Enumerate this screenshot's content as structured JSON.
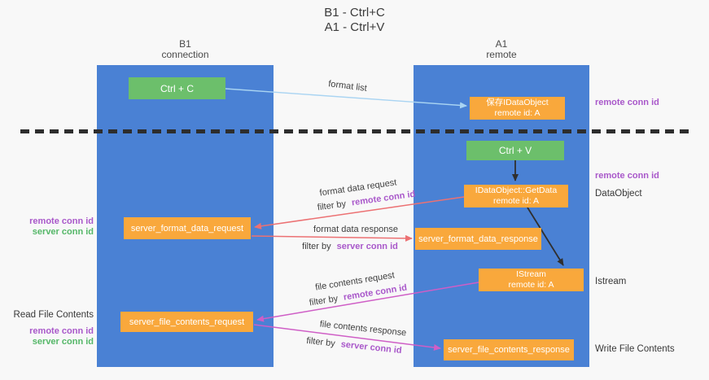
{
  "title": {
    "line1": "B1 - Ctrl+C",
    "line2": "A1 - Ctrl+V"
  },
  "columns": {
    "left": {
      "name": "B1",
      "subtitle": "connection"
    },
    "right": {
      "name": "A1",
      "subtitle": "remote"
    }
  },
  "boxes": {
    "ctrl_c": {
      "label": "Ctrl + C"
    },
    "ctrl_v": {
      "label": "Ctrl + V"
    },
    "save_idataobject": {
      "line1": "保存IDataObject",
      "line2": "remote id: A"
    },
    "getdata": {
      "line1": "IDataObject::GetData",
      "line2": "remote id: A"
    },
    "istream": {
      "line1": "IStream",
      "line2": "remote id: A"
    },
    "server_format_data_request": {
      "label": "server_format_data_request"
    },
    "server_format_data_response": {
      "label": "server_format_data_response"
    },
    "server_file_contents_request": {
      "label": "server_file_contents_request"
    },
    "server_file_contents_response": {
      "label": "server_file_contents_response"
    }
  },
  "flow_labels": {
    "format_list": "format list",
    "format_data_request": "format data request",
    "format_data_response": "format data response",
    "file_contents_request": "file contents request",
    "file_contents_response": "file contents response",
    "filter_by": "filter by",
    "remote_conn_id": "remote conn id",
    "server_conn_id": "server conn id"
  },
  "side_labels": {
    "left": {
      "remote_conn_id": "remote conn id",
      "server_conn_id": "server conn id",
      "read_file_contents": "Read File Contents"
    },
    "right": {
      "remote_conn_id_top": "remote conn id",
      "remote_conn_id_mid": "remote conn id",
      "dataobject": "DataObject",
      "istream": "Istream",
      "write_file_contents": "Write File Contents"
    }
  },
  "colors": {
    "column_blue": "#4a81d4",
    "box_orange": "#f9a83c",
    "box_green": "#6cbf6b",
    "label_purple": "#a958ca",
    "label_green": "#55b768",
    "arrow_blue": "#a9d4f2",
    "arrow_red": "#ec7173",
    "arrow_magenta": "#cf5ec6",
    "arrow_black": "#2f2f2f",
    "dashed_line": "#2d2d2d"
  }
}
